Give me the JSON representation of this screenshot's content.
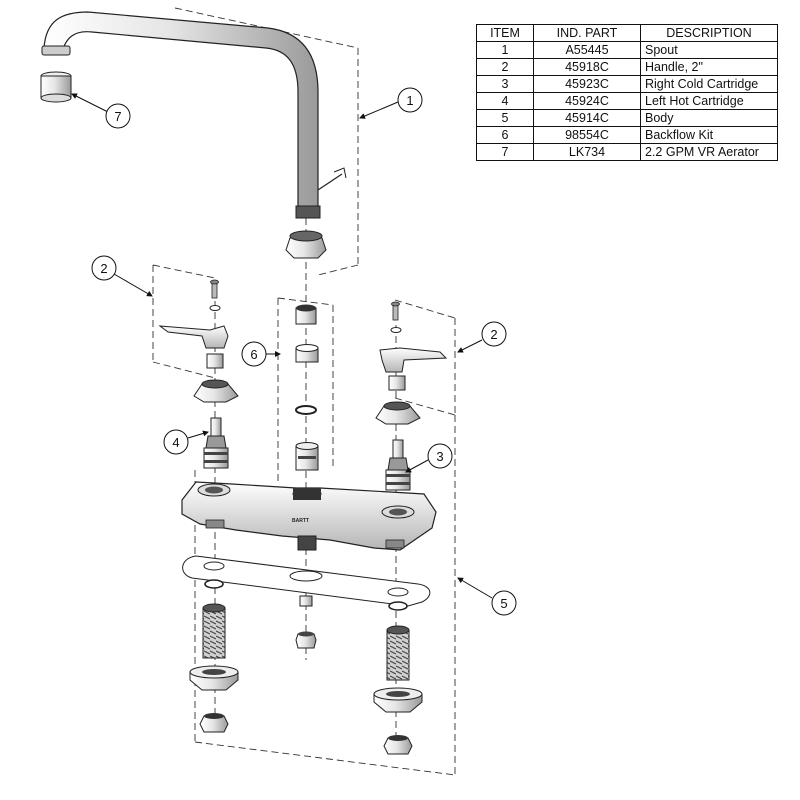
{
  "parts_table": {
    "headers": {
      "item": "ITEM",
      "ind_part": "IND. PART",
      "description": "DESCRIPTION"
    },
    "rows": [
      {
        "item": "1",
        "ind_part": "A55445",
        "description": "Spout"
      },
      {
        "item": "2",
        "ind_part": "45918C",
        "description": "Handle, 2\""
      },
      {
        "item": "3",
        "ind_part": "45923C",
        "description": "Right Cold Cartridge"
      },
      {
        "item": "4",
        "ind_part": "45924C",
        "description": "Left Hot Cartridge"
      },
      {
        "item": "5",
        "ind_part": "45914C",
        "description": "Body"
      },
      {
        "item": "6",
        "ind_part": "98554C",
        "description": "Backflow Kit"
      },
      {
        "item": "7",
        "ind_part": "LK734",
        "description": "2.2 GPM VR Aerator"
      }
    ]
  },
  "callouts": {
    "spout": "1",
    "handle_left": "2",
    "handle_right": "2",
    "right_cartridge": "3",
    "left_cartridge": "4",
    "body": "5",
    "backflow_kit": "6",
    "aerator": "7"
  },
  "body_brand_mark": "BARTT"
}
